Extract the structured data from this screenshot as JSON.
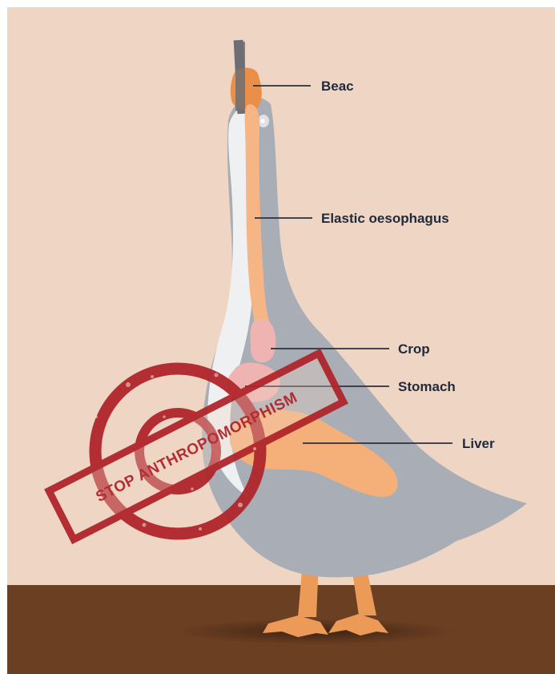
{
  "labels": {
    "beak": "Beac",
    "oesophagus": "Elastic oesophagus",
    "crop": "Crop",
    "stomach": "Stomach",
    "liver": "Liver"
  },
  "stamp": {
    "text": "STOP ANTHROPOMORPHISM"
  },
  "colors": {
    "background": "#efd5c4",
    "ground": "#6b3f22",
    "goose_body": "#a9adb5",
    "neck_highlight": "#eff0f1",
    "oesophagus": "#f6b585",
    "crop": "#efb4b1",
    "liver": "#f5b07a",
    "feet": "#eb9a57",
    "beak": "#e98f49",
    "gavage_tube": "#6c6f74",
    "stamp": "#b0262c",
    "label_line": "#2a3040",
    "label_text": "#1f2a3c"
  }
}
